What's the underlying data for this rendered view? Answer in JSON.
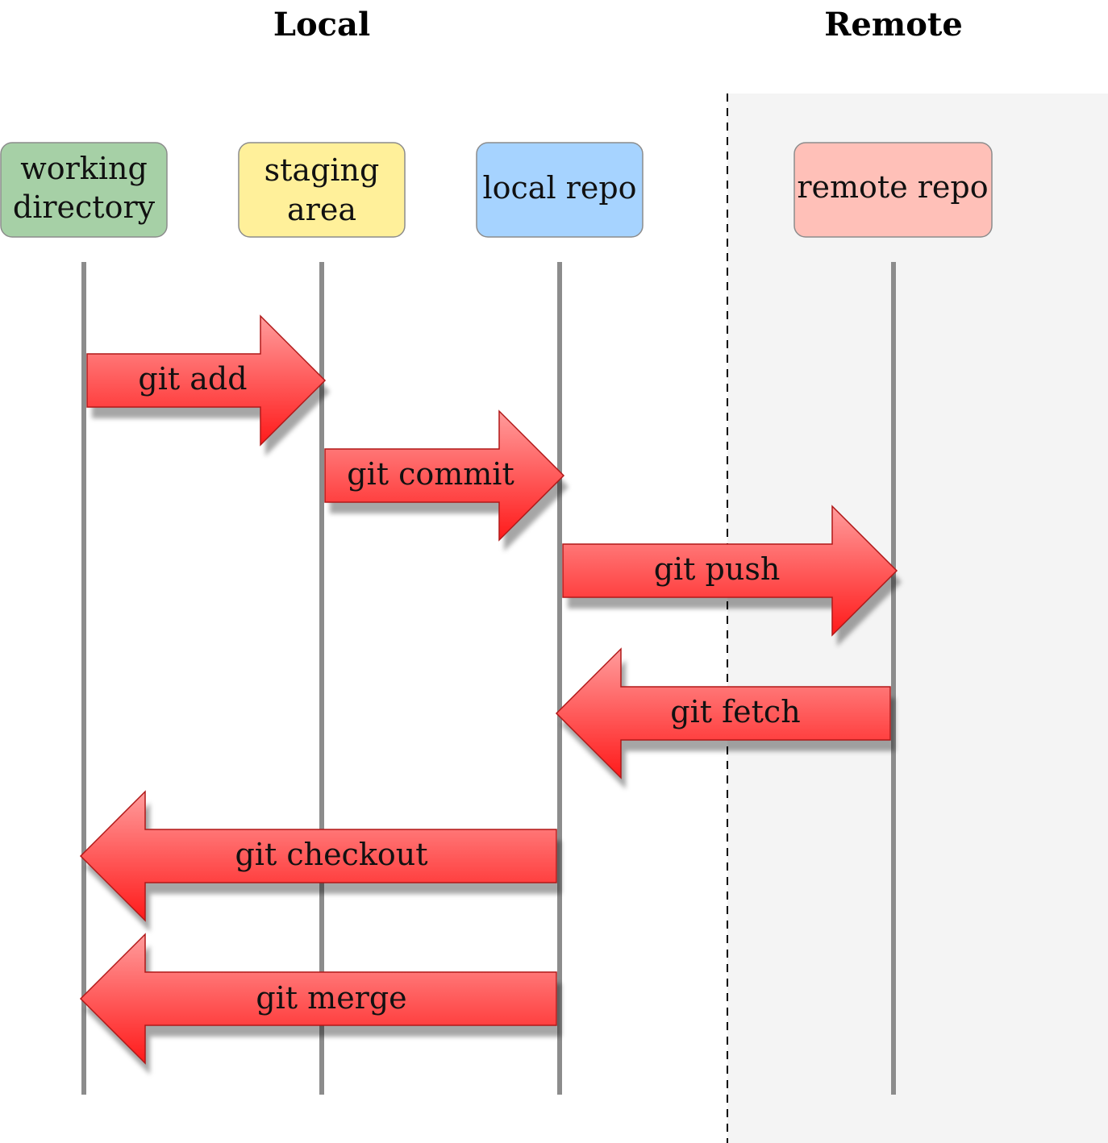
{
  "sections": {
    "local": "Local",
    "remote": "Remote"
  },
  "nodes": [
    {
      "id": "working",
      "lines": [
        "working",
        "directory"
      ],
      "color": "#a6d0a6"
    },
    {
      "id": "staging",
      "lines": [
        "staging",
        "area"
      ],
      "color": "#fff09a"
    },
    {
      "id": "localrepo",
      "lines": [
        "local repo"
      ],
      "color": "#a6d3ff"
    },
    {
      "id": "remoterepo",
      "lines": [
        "remote repo"
      ],
      "color": "#ffc0b8"
    }
  ],
  "commands": [
    {
      "label": "git add",
      "from": "working",
      "to": "staging"
    },
    {
      "label": "git commit",
      "from": "staging",
      "to": "localrepo"
    },
    {
      "label": "git push",
      "from": "localrepo",
      "to": "remoterepo"
    },
    {
      "label": "git fetch",
      "from": "remoterepo",
      "to": "localrepo"
    },
    {
      "label": "git checkout",
      "from": "localrepo",
      "to": "working"
    },
    {
      "label": "git merge",
      "from": "localrepo",
      "to": "working"
    }
  ],
  "colors": {
    "lifeline": "#8c8c8c",
    "remote_bg": "#f4f4f4",
    "arrow_light": "#ff9c9c",
    "arrow_dark": "#ff1a1a",
    "arrow_stroke": "#b01818",
    "node_stroke": "#8c8c8c"
  }
}
